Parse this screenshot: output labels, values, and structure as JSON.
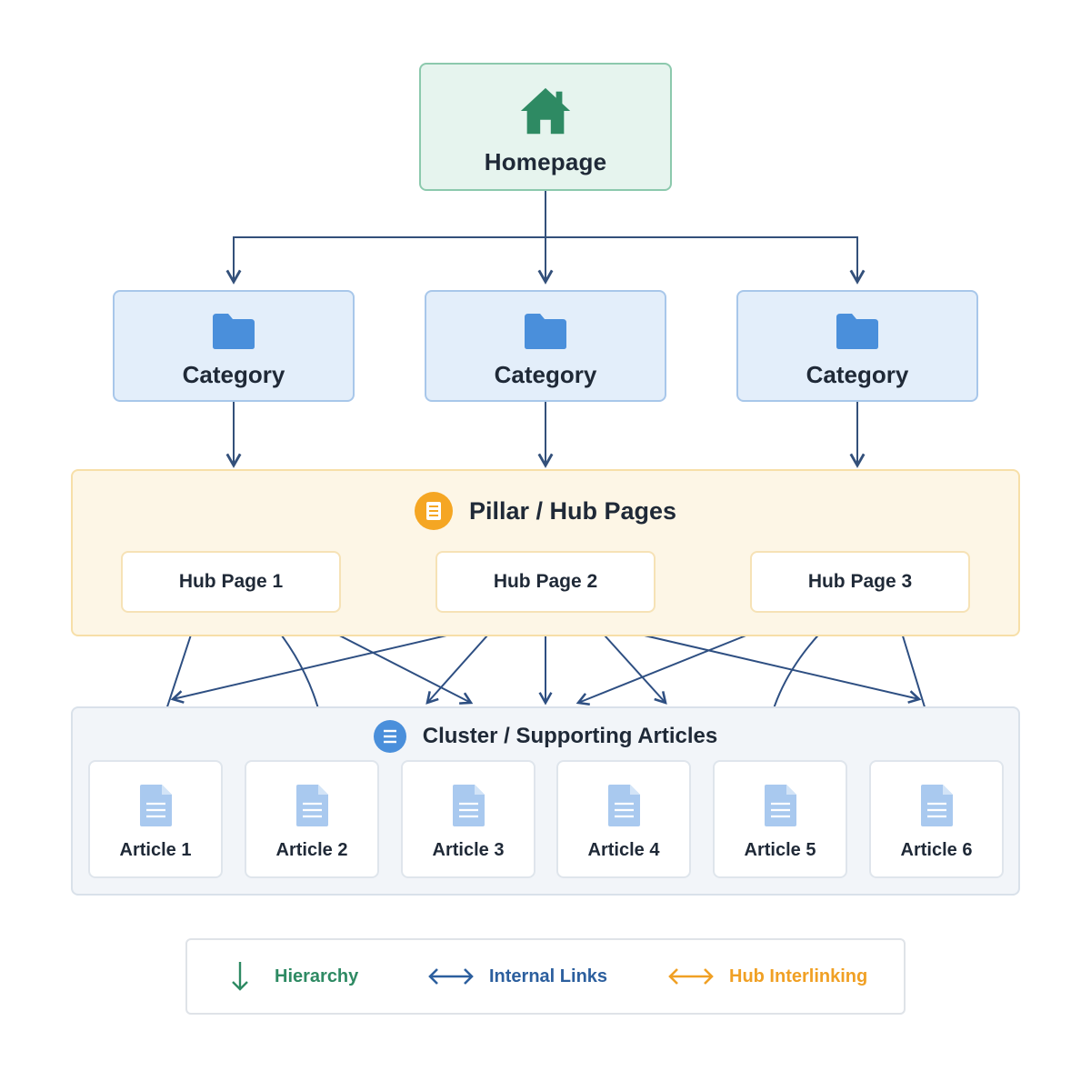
{
  "homepage": {
    "label": "Homepage",
    "icon": "house-icon",
    "color": "#2e8a63"
  },
  "categories": [
    {
      "label": "Category",
      "icon": "folder-icon"
    },
    {
      "label": "Category",
      "icon": "folder-icon"
    },
    {
      "label": "Category",
      "icon": "folder-icon"
    }
  ],
  "pillar": {
    "title": "Pillar / Hub Pages",
    "icon": "document-list-icon",
    "hubs": [
      "Hub Page 1",
      "Hub Page 2",
      "Hub Page 3"
    ]
  },
  "cluster": {
    "title": "Cluster / Supporting Articles",
    "icon": "document-list-icon",
    "articles": [
      "Article 1",
      "Article 2",
      "Article 3",
      "Article 4",
      "Article 5",
      "Article 6"
    ]
  },
  "legend": {
    "hierarchy": {
      "label": "Hierarchy",
      "color": "#2e8a63",
      "icon": "arrow-down-icon"
    },
    "internal_links": {
      "label": "Internal Links",
      "color": "#2c5f9e",
      "icon": "double-arrow-icon"
    },
    "hub_interlinking": {
      "label": "Hub Interlinking",
      "color": "#f0a024",
      "icon": "double-arrow-icon"
    }
  },
  "colors": {
    "hierarchy_line": "#33507a",
    "internal_link": "#2e4f82",
    "hub_link": "#f0a024",
    "folder": "#4a8fdb",
    "doc": "#a9c9ef"
  }
}
